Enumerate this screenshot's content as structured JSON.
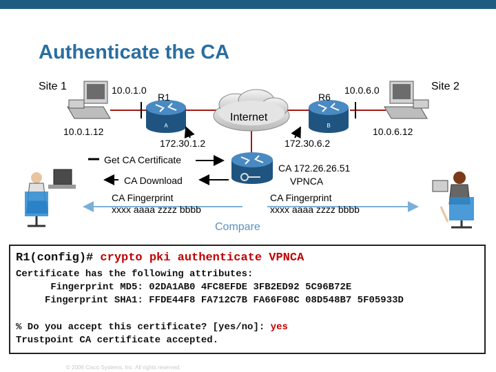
{
  "title": "Authenticate the CA",
  "site1": "Site 1",
  "site2": "Site 2",
  "net_10_0_1_0": "10.0.1.0",
  "net_10_0_6_0": "10.0.6.0",
  "r1": "R1",
  "r6": "R6",
  "router_a": "A",
  "router_b": "B",
  "internet": "Internet",
  "host_10_0_1_12": "10.0.1.12",
  "host_10_0_6_12": "10.0.6.12",
  "ip_172_30_1_2": "172.30.1.2",
  "ip_172_30_6_2": "172.30.6.2",
  "get_ca_cert": "Get CA Certificate",
  "ca_download": "CA Download",
  "ca_ip": "CA 172.26.26.51",
  "ca_name": "VPNCA",
  "fp_left_title": "CA Fingerprint",
  "fp_left_value": "xxxx aaaa zzzz bbbb",
  "fp_right_title": "CA Fingerprint",
  "fp_right_value": "xxxx aaaa zzzz bbbb",
  "compare": "Compare",
  "cli": {
    "prompt": "R1(config)# ",
    "command": "crypto pki authenticate VPNCA",
    "line1": "Certificate has the following attributes:",
    "line2": "      Fingerprint MD5: 02DA1AB0 4FC8EFDE 3FB2ED92 5C96B72E",
    "line3": "     Fingerprint SHA1: FFDE44F8 FA712C7B FA66F08C 08D548B7 5F05933D",
    "line4_prefix": "% Do you accept this certificate? [yes/no]: ",
    "line4_answer": "yes",
    "line5": "Trustpoint CA certificate accepted."
  },
  "footer": "© 2006 Cisco Systems, Inc. All rights reserved.",
  "colors": {
    "topbar": "#1f5d80",
    "title": "#2a6ea0",
    "router": "#2e6da4",
    "link_red": "#a01818",
    "compare": "#5b8fc0",
    "cli_red": "#c00000"
  }
}
